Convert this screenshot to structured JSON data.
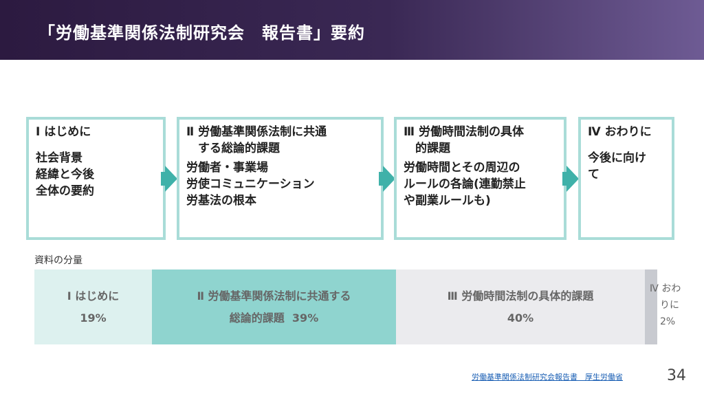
{
  "header": {
    "title": "「労働基準関係法制研究会　報告書」要約"
  },
  "steps": [
    {
      "heading": "Ⅰ はじめに",
      "body": "社会背景\n経緯と今後\n全体の要約"
    },
    {
      "heading": "Ⅱ 労働基準関係法制に共通\n　する総論的課題",
      "body": "労働者・事業場\n労使コミュニケーション\n労基法の根本"
    },
    {
      "heading": "Ⅲ 労働時間法制の具体\n　的課題",
      "body": "労働時間とその周辺の\nルールの各論(連勤禁止\nや副業ルールも)"
    },
    {
      "heading": "Ⅳ おわりに",
      "body": "今後に向け\nて"
    }
  ],
  "volume": {
    "label": "資料の分量",
    "segments": [
      {
        "name": "Ⅰ はじめに",
        "percent": "19%",
        "value": 19,
        "color": "#ddf1ef"
      },
      {
        "name": "Ⅱ 労働基準関係法制に共通する総論的課題",
        "percent": "39%",
        "value": 39,
        "color": "#8fd4cf"
      },
      {
        "name": "Ⅲ 労働時間法制の具体的課題",
        "percent": "40%",
        "value": 40,
        "color": "#ebebee"
      },
      {
        "name": "Ⅳ おわりに",
        "percent": "2%",
        "value": 2,
        "color": "#c8cad0"
      }
    ],
    "seg2_line1": "Ⅱ 労働基準関係法制に共通する",
    "seg2_line2": "総論的課題",
    "seg4_line1": "Ⅳ おわ",
    "seg4_line2": "りに"
  },
  "footer": {
    "source": "労働基準関係法制研究会報告書　厚生労働省",
    "page": "34"
  }
}
